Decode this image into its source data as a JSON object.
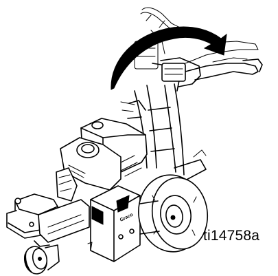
{
  "figure": {
    "id_label": "ti14758a",
    "logo_text": "Graco",
    "illustration": "line-striper-machine-rotating-handlebar-drawing",
    "colors": {
      "line": "#000000",
      "background": "#ffffff"
    }
  }
}
